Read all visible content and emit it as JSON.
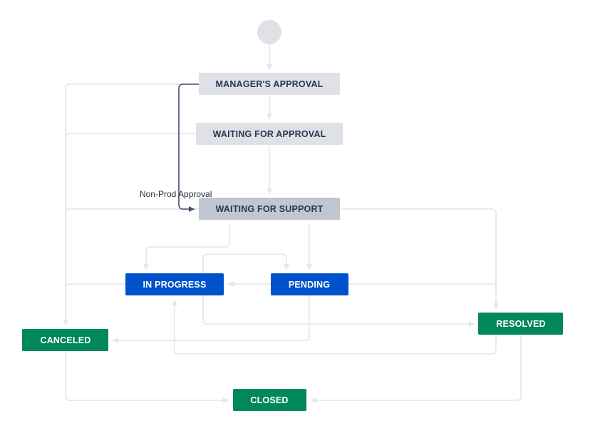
{
  "colors": {
    "start": "#dfe1e6",
    "todo": "#dfe1e6",
    "todo_text": "#253858",
    "selected": "#c1c7d0",
    "in_progress": "#0052cc",
    "done": "#00875a",
    "light_text": "#ffffff",
    "connector": "#e4e6ea",
    "highlight_connector": "#42526e"
  },
  "statuses": {
    "managers_approval": "MANAGER'S APPROVAL",
    "waiting_for_approval": "WAITING FOR APPROVAL",
    "waiting_for_support": "WAITING FOR SUPPORT",
    "in_progress": "IN PROGRESS",
    "pending": "PENDING",
    "resolved": "RESOLVED",
    "canceled": "CANCELED",
    "closed": "CLOSED"
  },
  "transitions": {
    "non_prod_approval": "Non-Prod Approval"
  }
}
